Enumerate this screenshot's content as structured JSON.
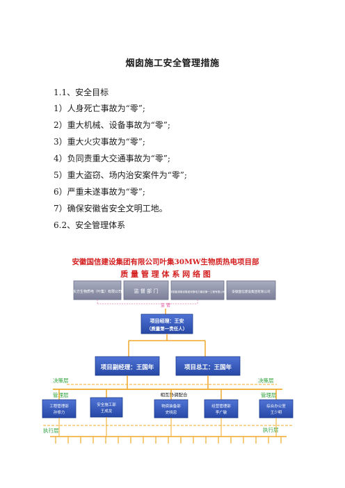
{
  "document": {
    "title": "烟囱施工安全管理措施",
    "section_1": "1.1、安全目标",
    "items": [
      "1）人身死亡事故为“零”;",
      "2）重大机械、设备事故为“零”;",
      "3）重大火灾事故为“零”;",
      "4）负同责重大交通事故为“零”;",
      "5）重大盗窃、场内治安案件为“零”;",
      "6）严重未遂事故为“零”;",
      "7）确保安徽省安全文明工地。"
    ],
    "section_2": "6.2、安全管理体系"
  },
  "diagram": {
    "title_line1": "安徽国信建设集团有限公司叶集30MW生物质热电项目部",
    "title_line2": "质 量 管 理 体 系 网 络 图",
    "top_boxes": [
      "东方生物质电（叶集）有限公司",
      "监 督 部 门",
      "中国能源建设集团安徽电力建设第一工程有限公司",
      "安徽国信建设集团有限公司"
    ],
    "supervision_label": "监 管",
    "manager_line1": "项目经理：王安",
    "manager_line2": "（质量第一责任人）",
    "deputy": "项目副经理：王国年",
    "chief": "项目总工：王国年",
    "decision_left": "决策层",
    "decision_right": "决策层",
    "management_left": "管理层",
    "management_right": "管理层",
    "coordination": "相互协调配合",
    "departments": [
      {
        "line1": "工程管理部",
        "line2": "孙修力"
      },
      {
        "line1": "安全施工部",
        "line2": "王成龙"
      },
      {
        "line1": "物资装备部",
        "line2": "史晓忠"
      },
      {
        "line1": "经营管理部",
        "line2": "李广敏"
      },
      {
        "line1": "综合办公室",
        "line2": "王少明"
      }
    ],
    "execution_left": "执行层",
    "execution_right": "执行层",
    "colors": {
      "title_red": "#d42020",
      "blue_box": "#2f56b8",
      "grey_box": "#8b8fa6",
      "orange_line": "#f0a92a",
      "green_text": "#2ca33a",
      "pink_text": "#e0509a"
    }
  }
}
